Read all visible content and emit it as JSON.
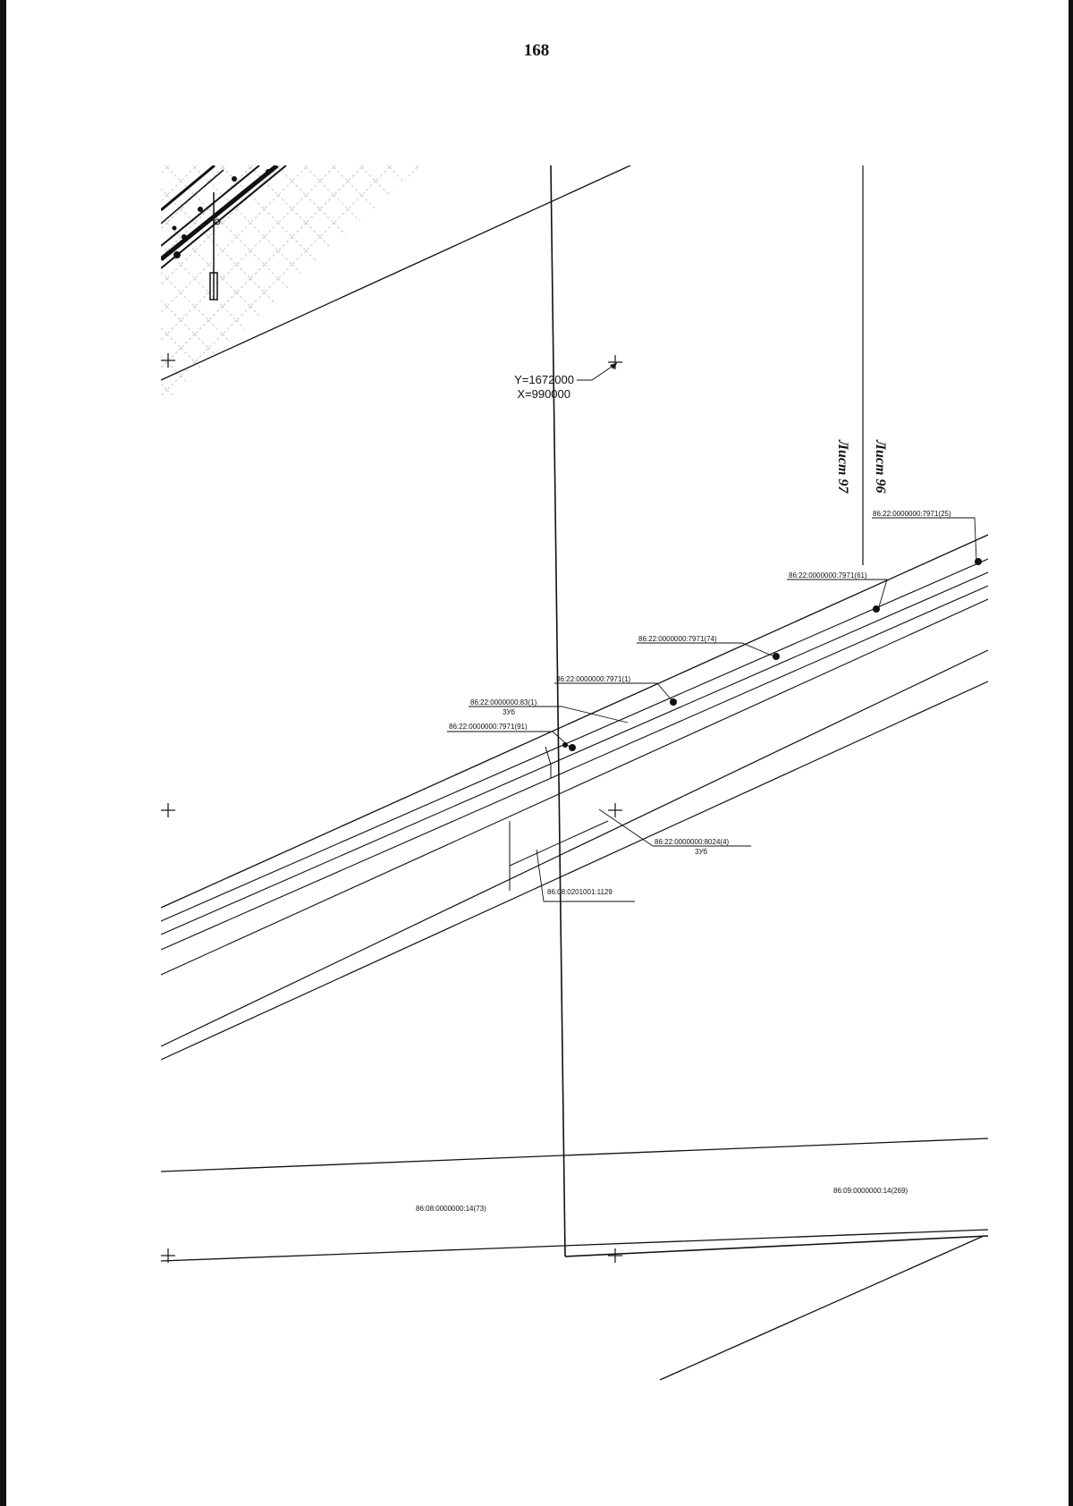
{
  "page_number": "168",
  "coordinates": {
    "y": "Y=1672000",
    "x": "X=990000"
  },
  "sheets": {
    "left": "Лист 97",
    "right": "Лист 96"
  },
  "parcels": {
    "p25": "86:22:0000000:7971(25)",
    "p61": "86:22:0000000:7971(61)",
    "p74": "86:22:0000000:7971(74)",
    "p1": "86:22:0000000:7971(1)",
    "p83_num": "86:22:0000000:83(1)",
    "p83_sub": "3Уб",
    "p91": "86:22:0000000:7971(91)",
    "p8024_num": "86:22:0000000:8024(4)",
    "p8024_sub": "3Уб",
    "p1129": "86:08:0201001:1129",
    "p73": "86:08:0000000:14(73)",
    "p269": "86:09:0000000:14(269)"
  }
}
